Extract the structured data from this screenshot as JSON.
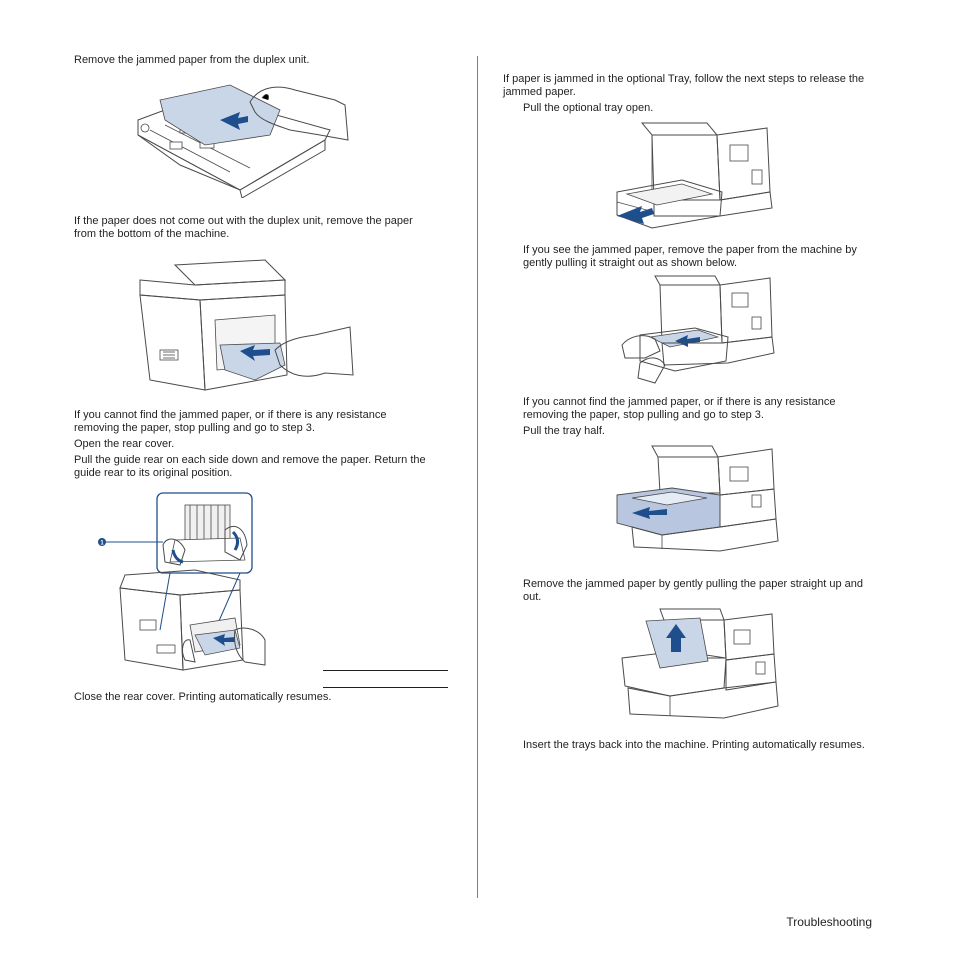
{
  "left_column": {
    "p1": "Remove the jammed paper from the duplex unit.",
    "p2_line1": "If the paper does not come out with the duplex unit, remove the paper",
    "p2_line2": "from the bottom of the machine.",
    "p3_line1": "If you cannot find the jammed paper, or if there is any resistance",
    "p3_line2": "removing the paper, stop pulling and go to step 3.",
    "p4": "Open the rear cover.",
    "p5_line1": "Pull the guide rear on each side down and remove the paper. Return the",
    "p5_line2": "guide rear to its original position.",
    "callout": "1",
    "p6": "Close the rear cover. Printing automatically resumes."
  },
  "right_column": {
    "p1_line1": "If paper is jammed in the optional Tray, follow the next steps to release the",
    "p1_line2": "jammed paper.",
    "p2": "Pull the optional tray open.",
    "p3_line1": "If you see the jammed paper, remove the paper from the machine by",
    "p3_line2": "gently pulling it straight out as shown below.",
    "p4_line1": "If you cannot find the jammed paper, or if there is any resistance",
    "p4_line2": "removing the paper, stop pulling and go to step 3.",
    "p5": "Pull the tray half.",
    "p6_line1": "Remove the jammed paper by gently pulling the paper straight up and",
    "p6_line2": "out.",
    "p7": "Insert the trays back into the machine. Printing automatically resumes."
  },
  "footer": {
    "section": "Troubleshooting"
  },
  "colors": {
    "text": "#231f20",
    "arrow": "#1f4e8c",
    "paper": "#c9d6e8",
    "tray": "#b9c6e0",
    "divider": "#7f7f7f"
  },
  "icons": {
    "arrow": "blue-direction-arrow-icon",
    "hand": "hand-icon",
    "callout": "numbered-callout-icon"
  }
}
